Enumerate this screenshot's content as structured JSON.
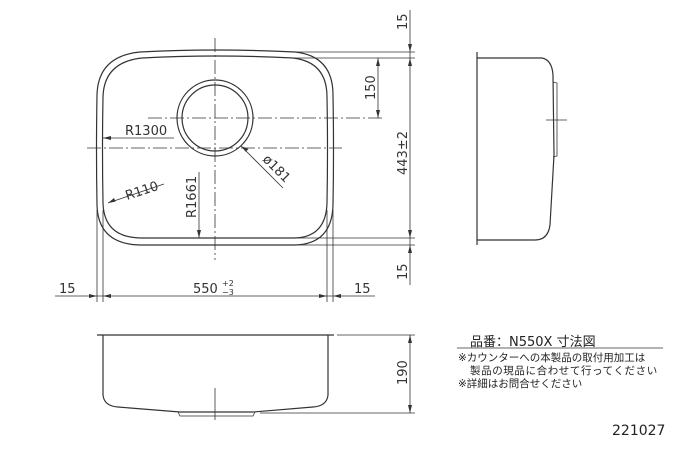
{
  "drawing": {
    "dimensions": {
      "top_rim": "15",
      "drain_offset": "150",
      "depth_length": "443±2",
      "bottom_rim": "15",
      "left_rim": "15",
      "width": "550",
      "width_tol_upper": "+2",
      "width_tol_lower": "−3",
      "right_rim": "15",
      "radius_side": "R1300",
      "radius_corner": "R110",
      "radius_front": "R1661",
      "drain_diameter": "ø181",
      "height": "190"
    },
    "title_block": {
      "title": "品番：N550X 寸法図",
      "note_1": "※カウンターへの本製品の取付用加工は",
      "note_2": "製品の現品に合わせて行ってください",
      "note_3": "※詳細はお問合せください",
      "drawing_number": "221027"
    }
  }
}
